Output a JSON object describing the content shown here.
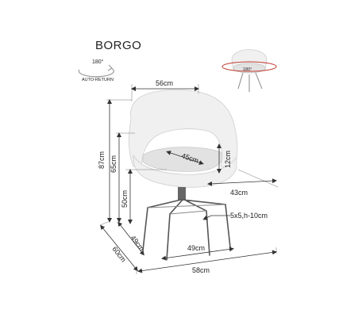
{
  "title": "BORGO",
  "badge": {
    "degrees": "180°",
    "caption": "AUTO-RETURN"
  },
  "preview": {
    "degrees": "180°"
  },
  "dimensions": {
    "seat_width_top": "56cm",
    "total_height": "87cm",
    "height_65": "65cm",
    "seat_height": "50cm",
    "armrest_height": "12cm",
    "seat_depth": "45cm",
    "seat_depth_side": "43cm",
    "base_width": "49cm",
    "base_depth": "49cm",
    "overall_depth": "60cm",
    "overall_width": "58cm",
    "leg_profile": "5x5,h-10cm"
  },
  "colors": {
    "fabric": "#f0f0f0",
    "lines": "#333333",
    "accent_arrow": "#c0392b"
  }
}
